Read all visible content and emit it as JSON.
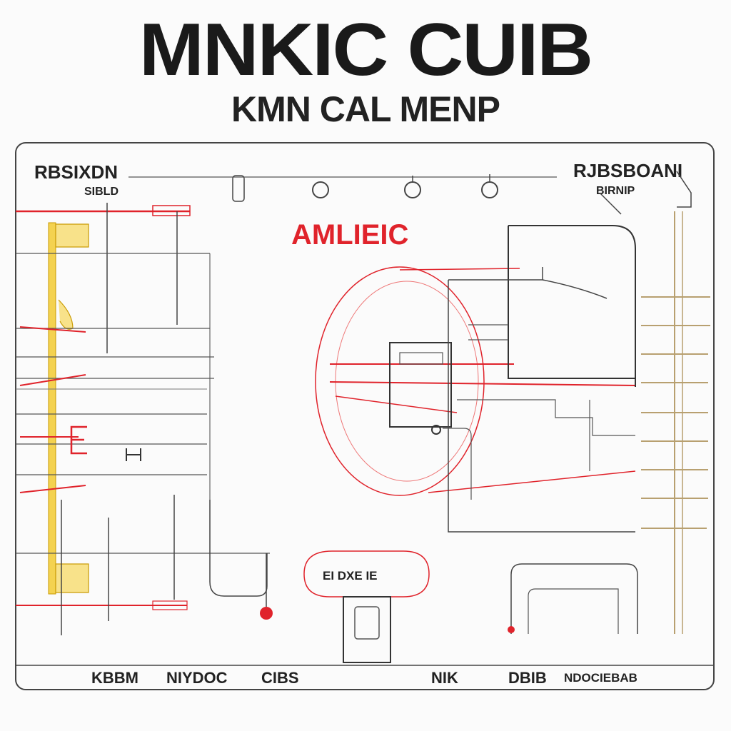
{
  "header": {
    "title": "MNKIC CUIB",
    "subtitle": "KMN CAL MENP"
  },
  "panel": {
    "top_left_label": "RBSIXDN",
    "top_left_sublabel": "SIBLD",
    "top_right_label": "RJBSBOANI",
    "top_right_sublabel": "BIRNIP",
    "center_label": "AMLIEIC",
    "bubble_label": "EI DXE IE"
  },
  "footer_labels": [
    "KBBM",
    "NIYDOC",
    "CIBS",
    "NIK",
    "DBIB",
    "NDOCIEBAB"
  ],
  "colors": {
    "line": "#444444",
    "red": "#e0232b",
    "yellow": "#e8b400",
    "tan": "#b8a070"
  }
}
